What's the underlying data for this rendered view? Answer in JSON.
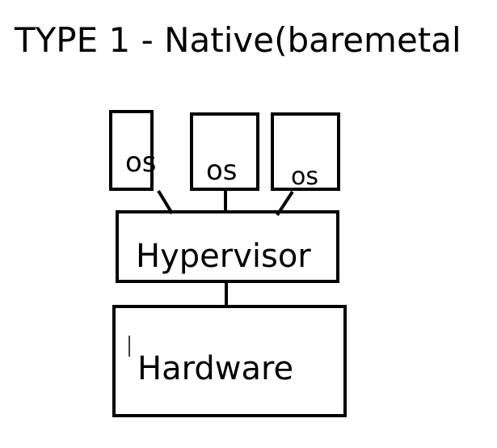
{
  "diagram": {
    "title": "TYPE 1 - Native(baremetal",
    "os_boxes": [
      {
        "label": "os"
      },
      {
        "label": "os"
      },
      {
        "label": "os"
      }
    ],
    "hypervisor": {
      "label": "Hypervisor"
    },
    "hardware": {
      "label": "Hardware"
    },
    "colors": {
      "stroke": "#000000",
      "background": "#ffffff"
    }
  }
}
